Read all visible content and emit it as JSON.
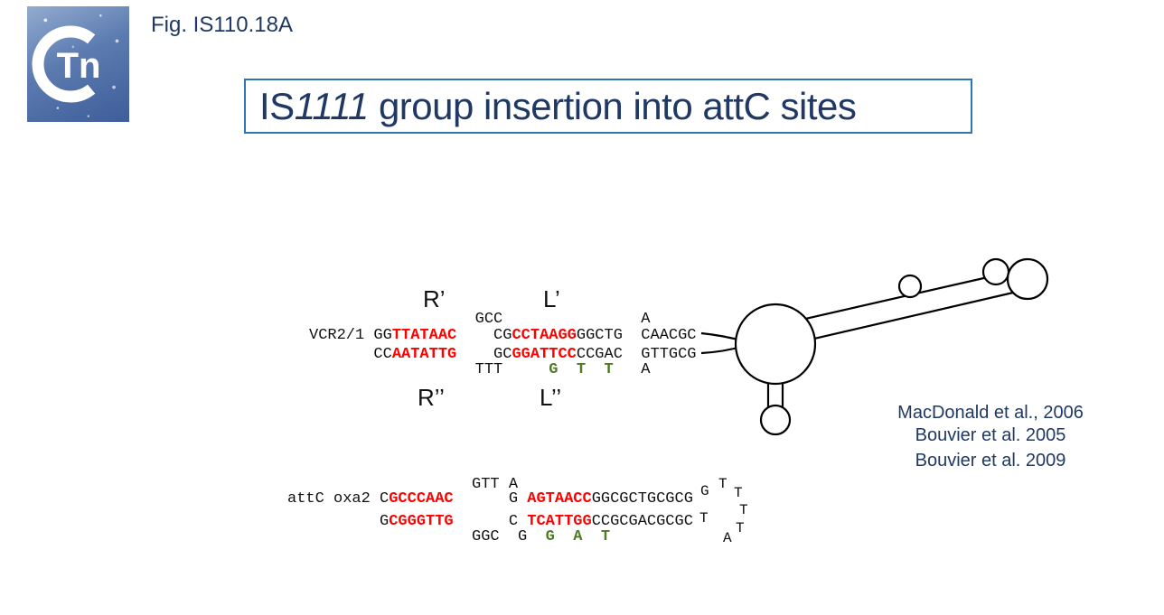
{
  "colors": {
    "navy": "#1f3864",
    "red": "#ff0000",
    "green": "#4e7a28",
    "blueborder": "#2e75b6"
  },
  "header": {
    "fig_label": "Fig. IS110.18A",
    "logo_text": "Tn",
    "title_prefix": "IS",
    "title_italic": "1111",
    "title_rest": " group insertion into attC sites"
  },
  "top_block": {
    "name": "VCR2/1",
    "labels": {
      "r_top": "R’",
      "l_top": "L’",
      "r_bot": "R’’",
      "l_bot": "L’’"
    },
    "lines": [
      {
        "segs": [
          {
            "t": "                  GCC               A",
            "c": "k"
          }
        ]
      },
      {
        "segs": [
          {
            "t": "VCR2/1 GG",
            "c": "k"
          },
          {
            "t": "TTATAAC",
            "c": "r"
          },
          {
            "t": "    CG",
            "c": "k"
          },
          {
            "t": "CCTAAGG",
            "c": "r"
          },
          {
            "t": "GGCTG  CAACGC",
            "c": "k"
          }
        ]
      },
      {
        "segs": [
          {
            "t": "       CC",
            "c": "k"
          },
          {
            "t": "AATATTG",
            "c": "r"
          },
          {
            "t": "    GC",
            "c": "k"
          },
          {
            "t": "GGATTCC",
            "c": "r"
          },
          {
            "t": "CCGAC  GTTGCG",
            "c": "k"
          }
        ]
      },
      {
        "segs": [
          {
            "t": "                  TTT     ",
            "c": "k"
          },
          {
            "t": "G  T  T",
            "c": "g"
          },
          {
            "t": "   A",
            "c": "k"
          }
        ]
      }
    ]
  },
  "bottom_block": {
    "name": "attC oxa2",
    "lines": [
      {
        "segs": [
          {
            "t": "                    GTT A",
            "c": "k"
          }
        ]
      },
      {
        "segs": [
          {
            "t": "attC oxa2 C",
            "c": "k"
          },
          {
            "t": "GCCCAAC",
            "c": "r"
          },
          {
            "t": "      G ",
            "c": "k"
          },
          {
            "t": "AGTAACC",
            "c": "r"
          },
          {
            "t": "GGCGCTGCGCG",
            "c": "k"
          }
        ]
      },
      {
        "segs": [
          {
            "t": "          G",
            "c": "k"
          },
          {
            "t": "CGGGTTG",
            "c": "r"
          },
          {
            "t": "      C ",
            "c": "k"
          },
          {
            "t": "TCATTGG",
            "c": "r"
          },
          {
            "t": "CCGCGACGCGC",
            "c": "k"
          }
        ]
      },
      {
        "segs": [
          {
            "t": "                    GGC  G  ",
            "c": "k"
          },
          {
            "t": "G  A  T",
            "c": "g"
          }
        ]
      }
    ],
    "loop_letters": [
      "G",
      "T",
      "T",
      "T",
      "T",
      "A",
      "T"
    ]
  },
  "citations": [
    "MacDonald et al., 2006",
    "Bouvier et al. 2005",
    "Bouvier et al. 2009"
  ]
}
